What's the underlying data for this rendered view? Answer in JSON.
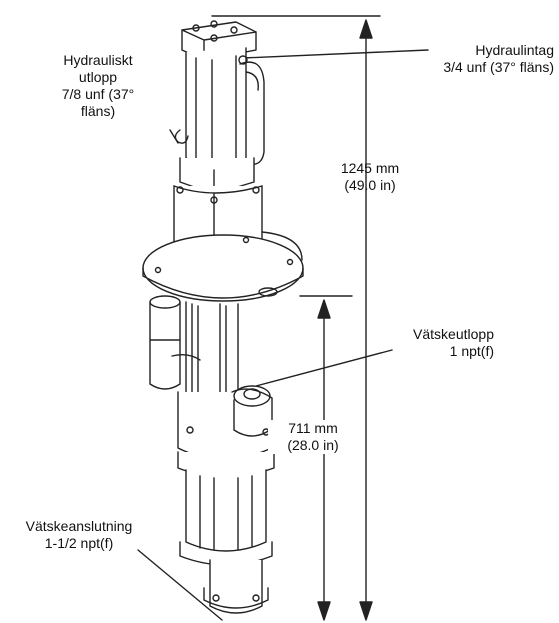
{
  "labels": {
    "hydraulic_outlet": [
      "Hydrauliskt",
      "utlopp",
      "7/8 unf (37°",
      "fläns)"
    ],
    "hydraulic_inlet": [
      "Hydraulintag",
      "3/4 unf (37° fläns)"
    ],
    "overall_height": [
      "1245 mm",
      "(49.0 in)"
    ],
    "fluid_outlet": [
      "Vätskeutlopp",
      "1 npt(f)"
    ],
    "lower_height": [
      "711 mm",
      "(28.0 in)"
    ],
    "fluid_inlet": [
      "Vätskeanslutning",
      "1-1/2 npt(f)"
    ]
  }
}
